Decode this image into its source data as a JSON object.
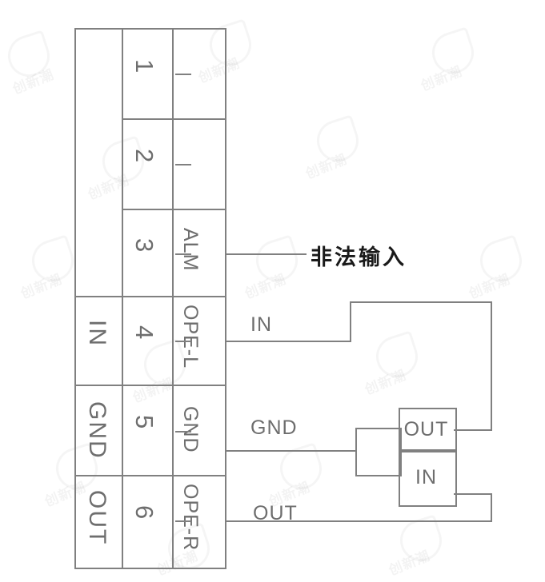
{
  "diagram": {
    "title": "Terminal block wiring diagram",
    "line_color": "#808080",
    "text_color": "#6e6e6e",
    "label_color": "#1a1a1a"
  },
  "terminal_block": {
    "group_labels": [
      {
        "text": "IN",
        "row": 4
      },
      {
        "text": "GND",
        "row": 5
      },
      {
        "text": "OUT",
        "row": 6
      }
    ],
    "rows": [
      {
        "pin": "1",
        "signal": ""
      },
      {
        "pin": "2",
        "signal": ""
      },
      {
        "pin": "3",
        "signal": "ALM"
      },
      {
        "pin": "4",
        "signal": "OPE-L"
      },
      {
        "pin": "5",
        "signal": "GND"
      },
      {
        "pin": "6",
        "signal": "OPE-R"
      }
    ]
  },
  "wires": [
    {
      "from_pin": "3",
      "label": "非法输入",
      "kind": "annotation"
    },
    {
      "from_pin": "4",
      "label": "IN",
      "kind": "signal"
    },
    {
      "from_pin": "5",
      "label": "GND",
      "kind": "signal"
    },
    {
      "from_pin": "6",
      "label": "OUT",
      "kind": "signal"
    }
  ],
  "device": {
    "ports": [
      {
        "label": "OUT"
      },
      {
        "label": "IN"
      }
    ]
  },
  "watermark": {
    "text": "创新潮",
    "repeat": 14
  }
}
